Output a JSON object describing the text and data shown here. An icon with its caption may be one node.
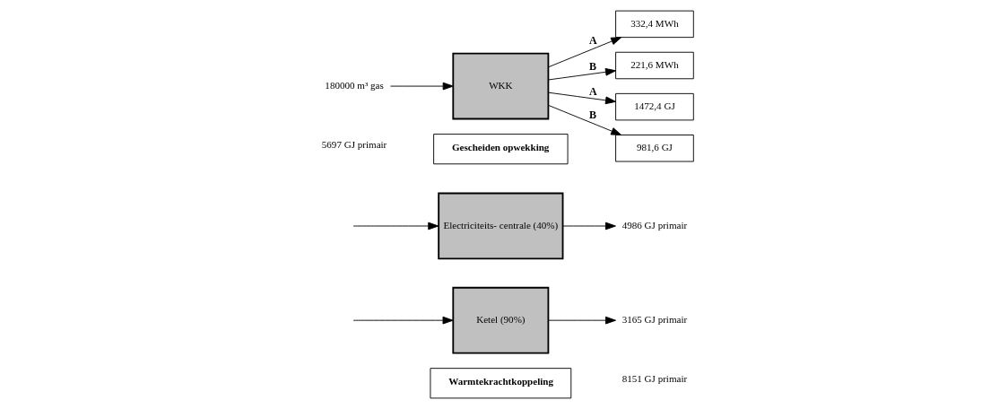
{
  "diagram": {
    "nodes": [
      {
        "text": [
          "Warmtekrachtkoppeling"
        ]
      },
      {
        "text": [
          "Gescheiden opwekking"
        ]
      },
      {
        "text": [
          "180000 m³ gas"
        ]
      },
      {
        "text": [
          "WKK"
        ]
      },
      {
        "text": [
          "332,4 MWh"
        ]
      },
      {
        "text": [
          "221,6 MWh"
        ]
      },
      {
        "text": [
          "1472,4 GJ"
        ]
      },
      {
        "text": [
          "981,6 GJ"
        ]
      },
      {
        "text": [
          "Electriciteits- centrale (40%)"
        ]
      },
      {
        "text": [
          "Ketel (90%)"
        ]
      },
      {
        "text": [
          "4986 GJ primair"
        ]
      },
      {
        "text": [
          "3165 GJ primair"
        ]
      }
    ],
    "edges": [
      {
        "from": 2,
        "to": 3,
        "arrow": "to"
      },
      {
        "from": 3,
        "to": 4,
        "arrow": "to",
        "label": "A"
      },
      {
        "from": 3,
        "to": 5,
        "arrow": "to",
        "label": "B"
      },
      {
        "from": 3,
        "to": 6,
        "arrow": "to",
        "label": "A"
      },
      {
        "from": 3,
        "to": 7,
        "arrow": "to",
        "label": "B"
      },
      {
        "from": null,
        "to": 8,
        "arrow": "to"
      },
      {
        "from": null,
        "to": 9,
        "arrow": "to"
      },
      {
        "from": 8,
        "to": 10,
        "arrow": "to"
      },
      {
        "from": 9,
        "to": 11,
        "arrow": "to"
      }
    ],
    "labels": [
      "5697 GJ primair",
      "8151 GJ primair"
    ]
  }
}
